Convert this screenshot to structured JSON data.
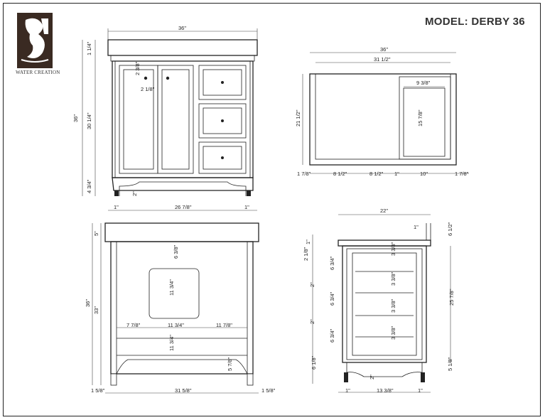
{
  "title": "MODEL: DERBY 36",
  "logo": {
    "icon": "figure-logo-icon",
    "text": "WATER CREATION"
  },
  "front_view": {
    "width_top": "36\"",
    "top_thick": "1 1/4\"",
    "height_total": "36\"",
    "cabinet_h": "30 1/4\"",
    "base_h": "4 3/4\"",
    "inner_v": "2 3/8\"",
    "inner_h": "2 1/8\"",
    "foot_h": "2\"",
    "left_margin": "1\"",
    "base_width": "26 7/8\"",
    "right_margin": "1\""
  },
  "top_view": {
    "width_top": "36\"",
    "width_inner": "31 1/2\"",
    "drawer_w": "9 3/8\"",
    "drawer_d": "15 7/8\"",
    "height": "21 1/2\"",
    "bottom_dims": [
      "1 7/8\"",
      "8 1/2\"",
      "8 1/2\"",
      "1\"",
      "10\"",
      "1 7/8\""
    ]
  },
  "back_view": {
    "top_thick": "5\"",
    "height_total": "36\"",
    "cabinet_h": "33\"",
    "sink_top": "6 3/8\"",
    "sink_h": "11 3/4\"",
    "lower_h": "11 3/4\"",
    "foot_h": "5 7/8\"",
    "mid_dims": [
      "7 7/8\"",
      "11 3/4\"",
      "11 7/8\""
    ],
    "bottom_dims": [
      "1 5/8\"",
      "31 5/8\"",
      "1 5/8\""
    ]
  },
  "side_view": {
    "depth": "22\"",
    "splash": "1\"",
    "splash_h": "6 1/2\"",
    "left_dims": [
      "1\"",
      "2 1/8\"",
      "6 3/4\"",
      "2\"",
      "6 3/4\"",
      "2\"",
      "6 3/4\"",
      "6 1/8\""
    ],
    "drawer_dims": [
      "3 3/8\"",
      "3 3/8\"",
      "3 3/8\"",
      "3 3/8\""
    ],
    "inner_h": "25 7/8\"",
    "foot_h": "5 1/8\"",
    "toe": "2\"",
    "bottom_dims": [
      "1\"",
      "13 3/8\"",
      "1\""
    ]
  }
}
